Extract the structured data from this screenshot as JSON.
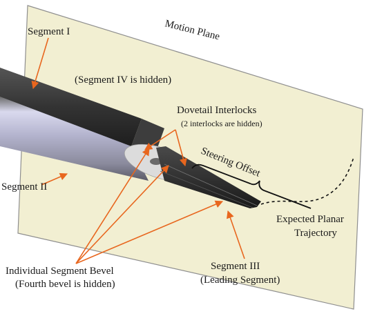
{
  "figure": {
    "labels": {
      "motion_plane": "Motion Plane",
      "segment_i": "Segment I",
      "segment_iv_hidden": "(Segment IV is hidden)",
      "dovetail_title": "Dovetail Interlocks",
      "dovetail_note": "(2 interlocks are hidden)",
      "steering_offset": "Steering Offset",
      "segment_ii": "Segment II",
      "expected_line1": "Expected Planar",
      "expected_line2": "Trajectory",
      "bevel_line1": "Individual Segment Bevel",
      "bevel_line2": "(Fourth bevel is hidden)",
      "segment_iii_line1": "Segment III",
      "segment_iii_line2": "(Leading Segment)"
    },
    "colors": {
      "plane_fill": "#f2efd2",
      "plane_edge": "#8e8e8e",
      "arrow": "#e8661e",
      "segment_dark": "#2e2e2e",
      "segment_light": "#c8c8e0"
    }
  }
}
